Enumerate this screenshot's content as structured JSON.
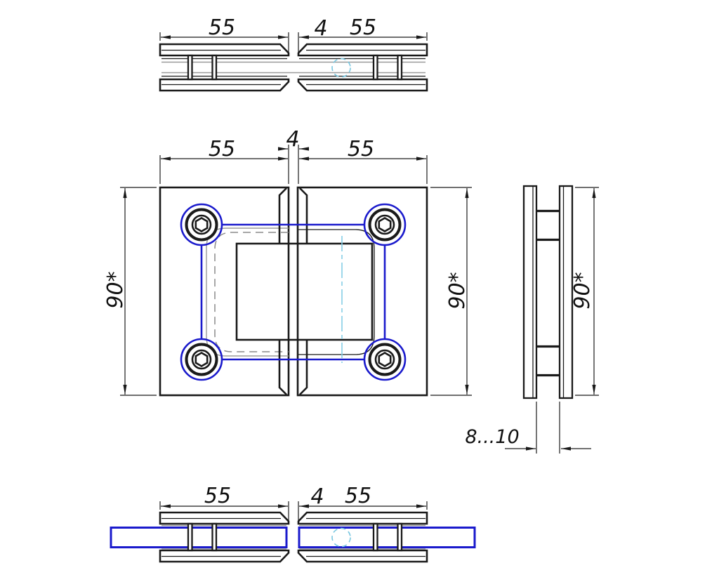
{
  "drawing": {
    "type": "technical-drawing",
    "subject": "glass-door-hinge",
    "colors": {
      "line": "#1a1a1a",
      "glass_and_gasket": "#1a1acc",
      "centerline": "#85cfe6",
      "pin_hole": "#79c7e0",
      "hidden_line": "#8a8a8a",
      "background": "#ffffff"
    },
    "views": {
      "top": {
        "dim_left": "55",
        "dim_gap": "4",
        "dim_right": "55"
      },
      "front": {
        "dim_left": "55",
        "dim_gap": "4",
        "dim_right": "55",
        "dim_height_left": "90*",
        "dim_height_right": "90*"
      },
      "side": {
        "dim_height": "90*",
        "dim_glass_thickness": "8...10"
      },
      "bottom": {
        "dim_left": "55",
        "dim_gap": "4",
        "dim_right": "55"
      }
    }
  }
}
